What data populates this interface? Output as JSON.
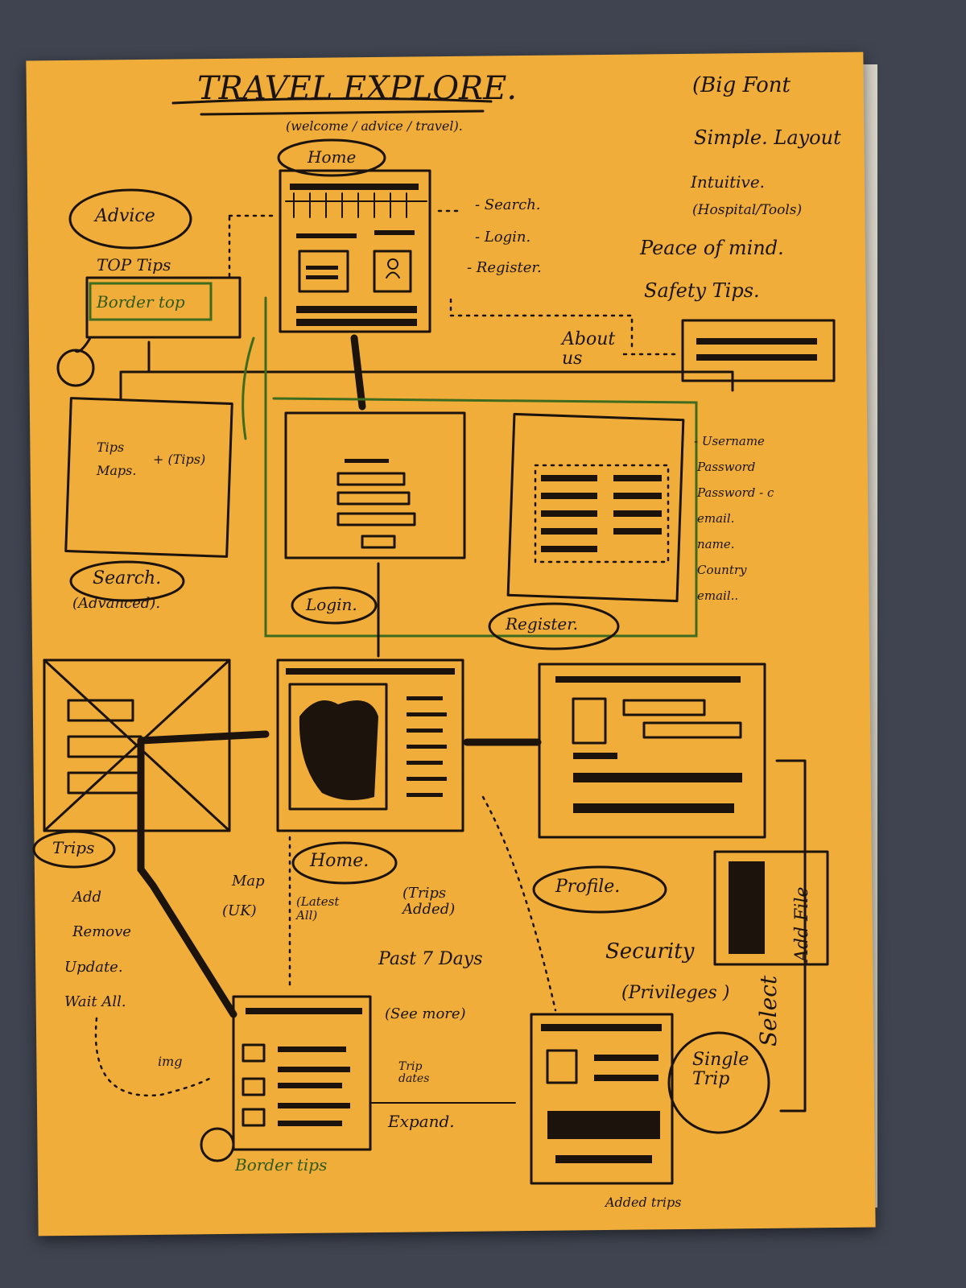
{
  "title": "TRAVEL EXPLORE.",
  "subtitle": "(welcome / advice / travel).",
  "top_notes": [
    "(Big Font",
    "Simple. Layout",
    "Intuitive.",
    "(Hospital/Tools)",
    "Peace of mind.",
    "Safety Tips."
  ],
  "screens": {
    "home_top": "Home",
    "home_items": [
      "- Search.",
      "- Login.",
      "- Register."
    ],
    "about": "About us",
    "advice": "Advice",
    "top_tips": "TOP Tips",
    "border_top": "Border top",
    "search_panel_text": [
      "Tips",
      "Maps.",
      "+ (Tips)"
    ],
    "search": "Search.",
    "search_sub": "(Advanced).",
    "login": "Login.",
    "register": "Register.",
    "register_fields": [
      "- Username",
      "Password",
      "Password - c",
      "email.",
      "name.",
      "Country",
      "email.."
    ],
    "trips": "Trips",
    "trips_actions": [
      "Add",
      "Remove",
      "Update.",
      "Wait All."
    ],
    "home_mid": "Home.",
    "home_mid_notes": [
      "Map",
      "(UK)",
      "(Latest All)",
      "(Trips Added)",
      "Past 7 Days"
    ],
    "profile": "Profile.",
    "security": "Security",
    "privileges": "(Privileges )",
    "img": "img",
    "see_more": "(See more)",
    "trip_dates": "Trip dates",
    "expand": "Expand.",
    "border_tips": "Border tips",
    "single_trip": "Single Trip",
    "select": "Select",
    "add_file": "Add File",
    "added_trips": "Added trips"
  }
}
